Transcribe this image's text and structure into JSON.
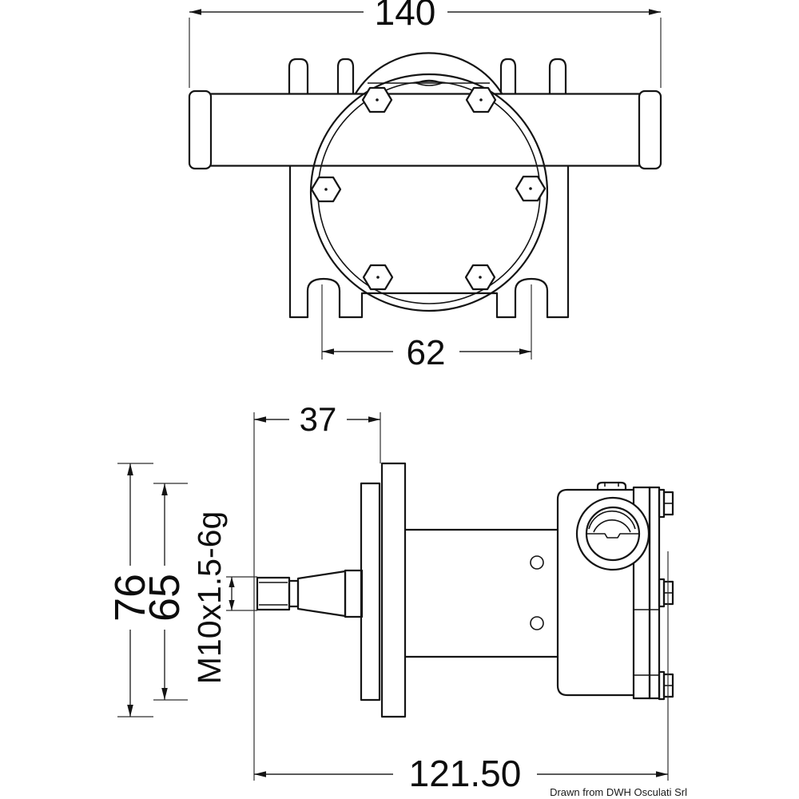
{
  "drawing": {
    "top_view": {
      "dim_overall_width": "140",
      "dim_slot_spacing": "62"
    },
    "side_view": {
      "dim_shaft_to_flange": "37",
      "dim_flange_height": "76",
      "dim_plate_height": "65",
      "dim_thread_spec": "M10x1.5-6g",
      "dim_overall_length": "121.50"
    },
    "title_block": {
      "credit": "Drawn from DWH Osculati Srl"
    }
  }
}
